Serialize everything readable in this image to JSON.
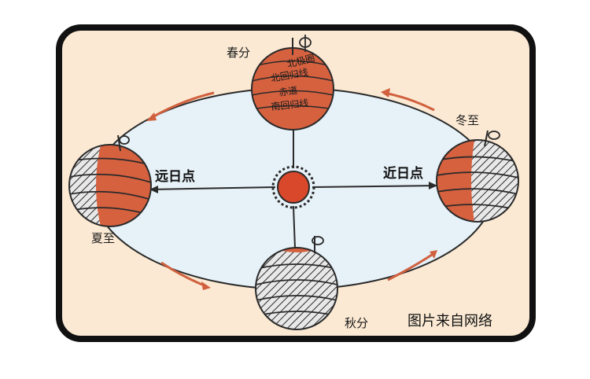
{
  "labels": {
    "spring_equinox": "春分",
    "summer_solstice": "夏至",
    "autumn_equinox": "秋分",
    "winter_solstice": "冬至",
    "aphelion": "远日点",
    "perihelion": "近日点",
    "arctic_circle": "北极圈",
    "tropic_of_cancer": "北回归线",
    "equator": "赤道",
    "tropic_of_capricorn": "南回归线",
    "credit": "图片来自网络"
  },
  "colors": {
    "frame_border": "#111111",
    "background": "#fbe9d3",
    "orbit_fill": "#e6f1f8",
    "orbit_stroke": "#2a2a2a",
    "sun": "#d9482b",
    "lit_hemisphere": "#d6613f",
    "dark_hemisphere": "#d9d9d9",
    "arrow": "#d0603e"
  },
  "icons": [
    "sun-icon",
    "earth-globe-icon",
    "rotation-arrow-icon",
    "orbit-direction-arrow-icon"
  ]
}
